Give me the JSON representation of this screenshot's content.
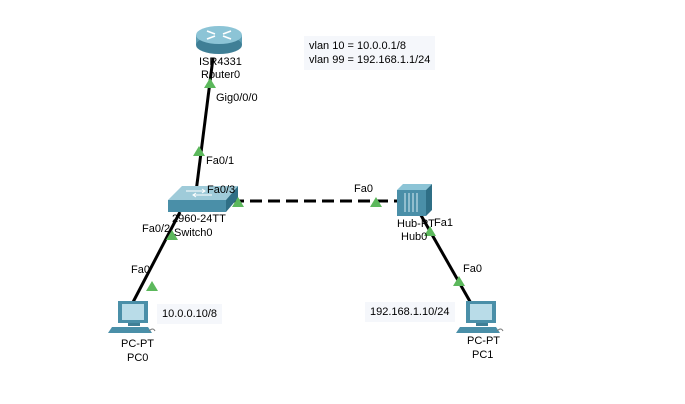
{
  "topology": {
    "devices": [
      {
        "id": "router0",
        "model": "ISR4331",
        "name": "Router0",
        "type": "router"
      },
      {
        "id": "switch0",
        "model": "2960-24TT",
        "name": "Switch0",
        "type": "switch"
      },
      {
        "id": "hub0",
        "model": "Hub-PT",
        "name": "Hub0",
        "type": "hub"
      },
      {
        "id": "pc0",
        "model": "PC-PT",
        "name": "PC0",
        "type": "pc"
      },
      {
        "id": "pc1",
        "model": "PC-PT",
        "name": "PC1",
        "type": "pc"
      }
    ],
    "links": [
      {
        "from": "router0",
        "from_port": "Gig0/0/0",
        "to": "switch0",
        "to_port": "Fa0/1",
        "style": "solid",
        "status": "up"
      },
      {
        "from": "switch0",
        "from_port": "Fa0/3",
        "to": "hub0",
        "to_port": "Fa0",
        "style": "dashed",
        "status": "up"
      },
      {
        "from": "switch0",
        "from_port": "Fa0/2",
        "to": "pc0",
        "to_port": "Fa0",
        "style": "solid",
        "status": "up"
      },
      {
        "from": "hub0",
        "from_port": "Fa1",
        "to": "pc1",
        "to_port": "Fa0",
        "style": "solid",
        "status": "up"
      }
    ],
    "notes": {
      "vlan_line1": "vlan 10 = 10.0.0.1/8",
      "vlan_line2": "vlan 99 = 192.168.1.1/24",
      "pc0_ip": "10.0.0.10/8",
      "pc1_ip": "192.168.1.10/24"
    },
    "colors": {
      "link": "#000000",
      "port_up": "#5cb85c",
      "device": "#4a8fa8"
    }
  }
}
